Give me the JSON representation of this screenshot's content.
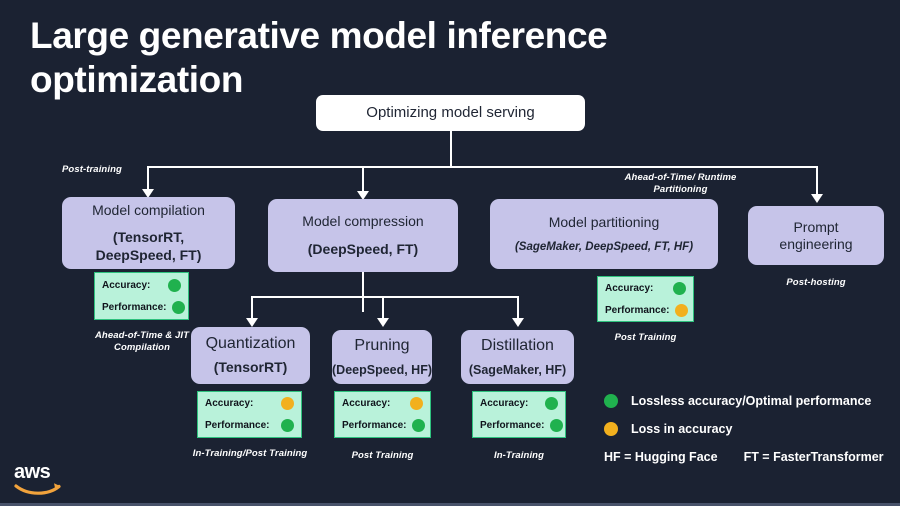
{
  "slide": {
    "title": "Large generative model inference optimization",
    "background_color": "#1b2232",
    "brand": "aws"
  },
  "root_node": {
    "label": "Optimizing model serving"
  },
  "edge_captions": {
    "post_training": "Post-training",
    "ahead_of_time_runtime_partitioning": "Ahead-of-Time/ Runtime Partitioning",
    "post_hosting": "Post-hosting"
  },
  "level1": [
    {
      "id": "model-compilation",
      "title": "Model compilation",
      "sub": "(TensorRT, DeepSpeed, FT)",
      "sub_style": "bold",
      "caption": "Ahead-of-Time & JIT Compilation",
      "metrics": {
        "accuracy_label": "Accuracy:",
        "accuracy_status": "green",
        "performance_label": "Performance:",
        "performance_status": "green"
      }
    },
    {
      "id": "model-compression",
      "title": "Model compression",
      "sub": "(DeepSpeed, FT)",
      "sub_style": "bold",
      "caption": "",
      "metrics": null
    },
    {
      "id": "model-partitioning",
      "title": "Model partitioning",
      "sub": "(SageMaker, DeepSpeed, FT, HF)",
      "sub_style": "italic",
      "caption": "Post Training",
      "metrics": {
        "accuracy_label": "Accuracy:",
        "accuracy_status": "green",
        "performance_label": "Performance:",
        "performance_status": "yellow"
      }
    },
    {
      "id": "prompt-engineering",
      "title": "Prompt engineering",
      "sub": "",
      "sub_style": "none",
      "caption": "Post-hosting",
      "metrics": null
    }
  ],
  "level2": [
    {
      "id": "quantization",
      "title": "Quantization",
      "sub": "(TensorRT)",
      "caption": "In-Training/Post Training",
      "metrics": {
        "accuracy_label": "Accuracy:",
        "accuracy_status": "yellow",
        "performance_label": "Performance:",
        "performance_status": "green"
      }
    },
    {
      "id": "pruning",
      "title": "Pruning",
      "sub": "(DeepSpeed, HF)",
      "caption": "Post Training",
      "metrics": {
        "accuracy_label": "Accuracy:",
        "accuracy_status": "yellow",
        "performance_label": "Performance:",
        "performance_status": "green"
      }
    },
    {
      "id": "distillation",
      "title": "Distillation",
      "sub": "(SageMaker, HF)",
      "caption": "In-Training",
      "metrics": {
        "accuracy_label": "Accuracy:",
        "accuracy_status": "green",
        "performance_label": "Performance:",
        "performance_status": "green"
      }
    }
  ],
  "legend": {
    "items": [
      {
        "color": "green",
        "label": "Lossless accuracy/Optimal performance"
      },
      {
        "color": "yellow",
        "label": "Loss in accuracy"
      }
    ],
    "abbreviations": [
      "HF = Hugging Face",
      "FT = FasterTransformer"
    ]
  },
  "colors": {
    "background": "#1b2232",
    "node_lavender": "#c6c4e9",
    "node_root": "#ffffff",
    "metric_box": "#b9f2da",
    "metric_border": "#2ec27e",
    "status_green": "#20b14e",
    "status_yellow": "#f2b01e",
    "text_light": "#ffffff",
    "text_dark": "#1f2533"
  }
}
